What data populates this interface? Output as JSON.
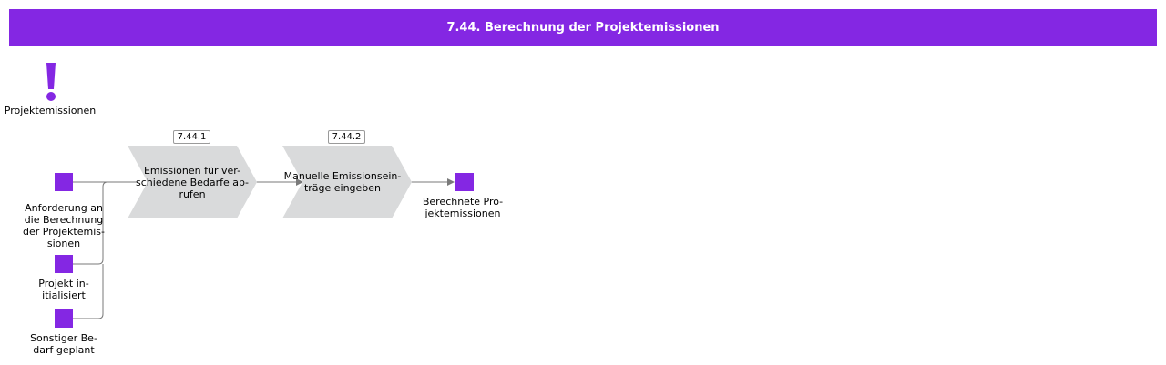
{
  "header": {
    "title": "7.44. Berechnung der Projektemissionen"
  },
  "header_icon": {
    "label": "Projektemissionen"
  },
  "functions": [
    {
      "id": "7.44.1",
      "label": "Emissionen für ver-\nschiedene Bedarfe ab-\nrufen"
    },
    {
      "id": "7.44.2",
      "label": "Manuelle Emissionsein-\nträge eingeben"
    }
  ],
  "events": {
    "anforderung": "Anforderung an\ndie Berechnung\nder Projektemis-\nsionen",
    "projekt": "Projekt in-\nitialisiert",
    "sonstiger": "Sonstiger Be-\ndarf geplant",
    "berechnete": "Berechnete Pro-\njektemissionen"
  },
  "colors": {
    "accent": "#8427e3",
    "chevron": "#d9dadb",
    "connector": "#7a7a7a"
  }
}
